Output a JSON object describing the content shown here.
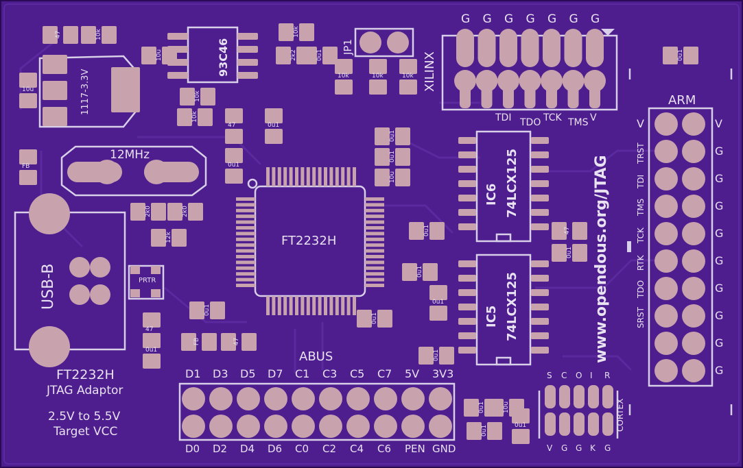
{
  "board": {
    "title": "FT2232H",
    "subtitle": "JTAG Adaptor",
    "voltage_line1": "2.5V to 5.5V",
    "voltage_line2": "Target VCC",
    "url": "www.opendous.org/JTAG",
    "colors": {
      "soldermask": "#4e1d8e",
      "pad": "#c8a3ae",
      "silkscreen": "#e8e2f2"
    }
  },
  "parts": {
    "main_ic": "FT2232H",
    "ic5_name": "IC5",
    "ic5_part": "74LCX125",
    "ic6_name": "IC6",
    "ic6_part": "74LCX125",
    "eeprom": "93C46",
    "regulator": "1117-3.3V",
    "crystal": "12MHz",
    "usb": "USB-B",
    "jumper": "JP1",
    "ptr": "PRTR"
  },
  "smd_values": {
    "r47_a": "47",
    "r10k_a": "10k",
    "c10u_a": "10u",
    "c10u_b": "10u",
    "r10k_b": "10k",
    "r2k2": "2k2",
    "c0u1_a": "0u1",
    "r10k_c": "10k",
    "r10k_d": "10k",
    "r10k_e": "10k",
    "r10k_f": "10k",
    "r10k_g": "10k",
    "fb_a": "FB",
    "fb_b": "FB",
    "c0u1_b": "0u1",
    "r47_b": "47",
    "c0u1_c": "0u1",
    "c0u1_d": "0u1",
    "c0u1_e": "0u1",
    "c10u_c": "10u",
    "r2k0_a": "2k0",
    "r2k0_b": "2k0",
    "r12k": "12k",
    "c0u1_f": "0u1",
    "c0u1_g": "0u1",
    "r47_c": "47",
    "c0u1_h": "0u1",
    "r47_d": "47",
    "r47_e": "47",
    "c0u1_i": "0u1",
    "c0u1_j": "0u1",
    "c0u1_k": "0u1",
    "c0u1_l": "0u1",
    "c0u1_m": "0u1",
    "c10u_d": "10u",
    "c0u1_n": "0u1",
    "c0u1_o": "0u1",
    "c0u1_p": "0u1",
    "c0u1_q": "0u1"
  },
  "xilinx": {
    "name": "XILINX",
    "top_labels": [
      "G",
      "G",
      "G",
      "G",
      "G",
      "G",
      "G"
    ],
    "bottom_labels": [
      "TDI",
      "TDO",
      "TCK",
      "TMS",
      "V"
    ]
  },
  "arm": {
    "name": "ARM",
    "left_labels": [
      "V",
      "TRST",
      "TDI",
      "TMS",
      "TCK",
      "RTK",
      "TDO",
      "SRST",
      "",
      ""
    ],
    "right_labels": [
      "V",
      "G",
      "G",
      "G",
      "G",
      "G",
      "G",
      "G",
      "G",
      "G"
    ]
  },
  "abus": {
    "name": "ABUS",
    "top_labels": [
      "D1",
      "D3",
      "D5",
      "D7",
      "C1",
      "C3",
      "C5",
      "C7",
      "5V",
      "3V3"
    ],
    "bottom_labels": [
      "D0",
      "D2",
      "D4",
      "D6",
      "C0",
      "C2",
      "C4",
      "C6",
      "PEN",
      "GND"
    ]
  },
  "cortex": {
    "name": "CORTEX",
    "top_labels": [
      "S",
      "C",
      "O",
      "I",
      "R"
    ],
    "bottom_labels": [
      "V",
      "G",
      "G",
      "K",
      "G"
    ]
  }
}
